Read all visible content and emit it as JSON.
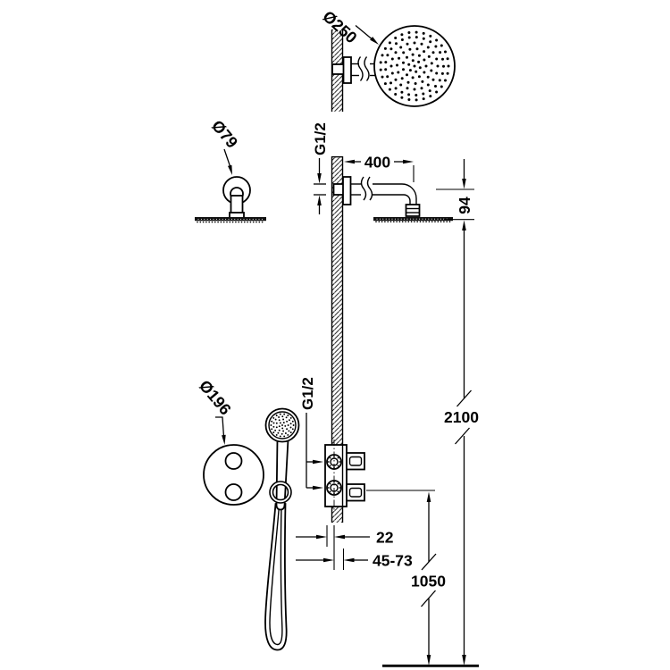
{
  "drawing": {
    "colors": {
      "line": "#000000",
      "background": "#ffffff"
    },
    "labels": {
      "overhead_diameter": "Ø250",
      "flange_diameter": "Ø79",
      "arm_thread": "G1/2",
      "arm_length": "400",
      "head_drop": "94",
      "total_height": "2100",
      "plate_diameter": "Ø196",
      "valve_thread": "G1/2",
      "wall_offset": "22",
      "depth_range": "45-73",
      "valve_height": "1050"
    }
  }
}
